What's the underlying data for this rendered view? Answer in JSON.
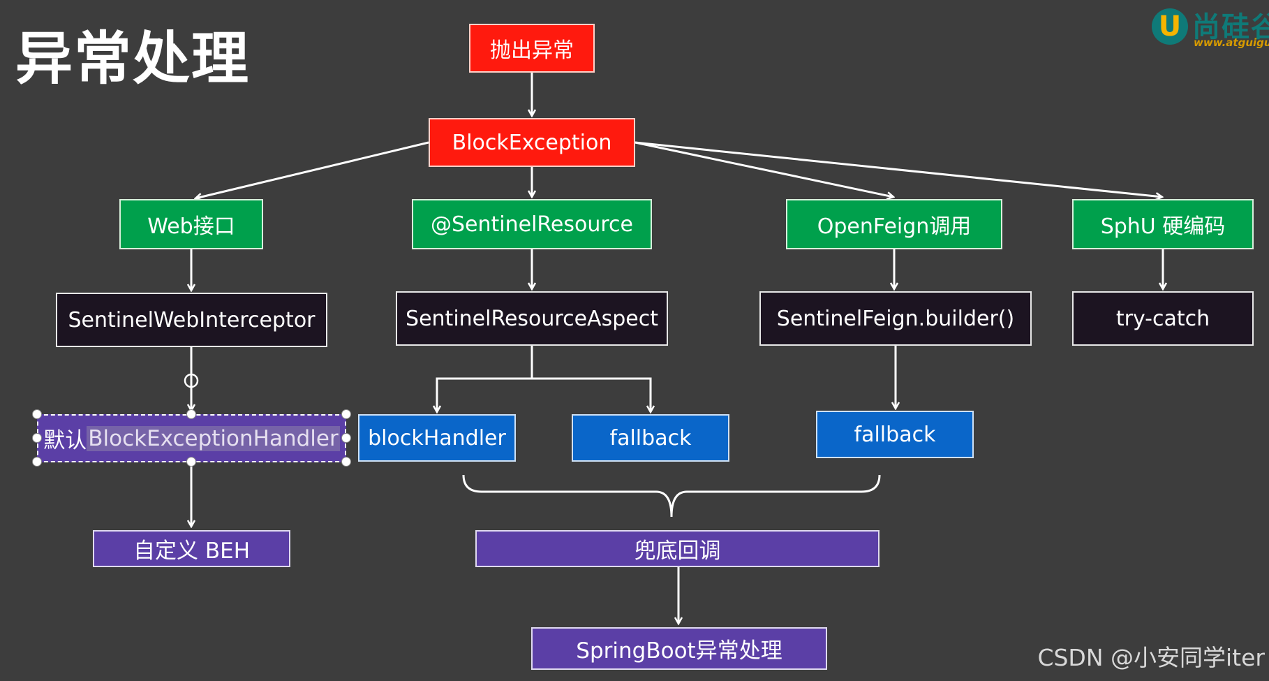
{
  "title": "异常处理",
  "nodes": {
    "throw": "抛出异常",
    "block_exception": "BlockException",
    "web": "Web接口",
    "sentinel_resource": "@SentinelResource",
    "openfeign": "OpenFeign调用",
    "sphu": "SphU 硬编码",
    "web_interceptor": "SentinelWebInterceptor",
    "resource_aspect": "SentinelResourceAspect",
    "feign_builder": "SentinelFeign.builder()",
    "try_catch": "try-catch",
    "default_handler_prefix": "默认",
    "default_handler_selected": "BlockExceptionHandler",
    "block_handler": "blockHandler",
    "fallback_aspect": "fallback",
    "fallback_feign": "fallback",
    "custom_beh": "自定义 BEH",
    "fallback_summary": "兜底回调",
    "springboot": "SpringBoot异常处理"
  },
  "logo": {
    "mark": "U",
    "name": "尚硅谷",
    "url": "www.atguigu.com"
  },
  "watermark": "CSDN @小安同学iter",
  "colors": {
    "background": "#3d3d3d",
    "red": "#ff1a0e",
    "green": "#00a04c",
    "dark": "#1c1421",
    "blue": "#0a66c9",
    "purple": "#5b3fa6",
    "arrow": "#ffffff"
  }
}
